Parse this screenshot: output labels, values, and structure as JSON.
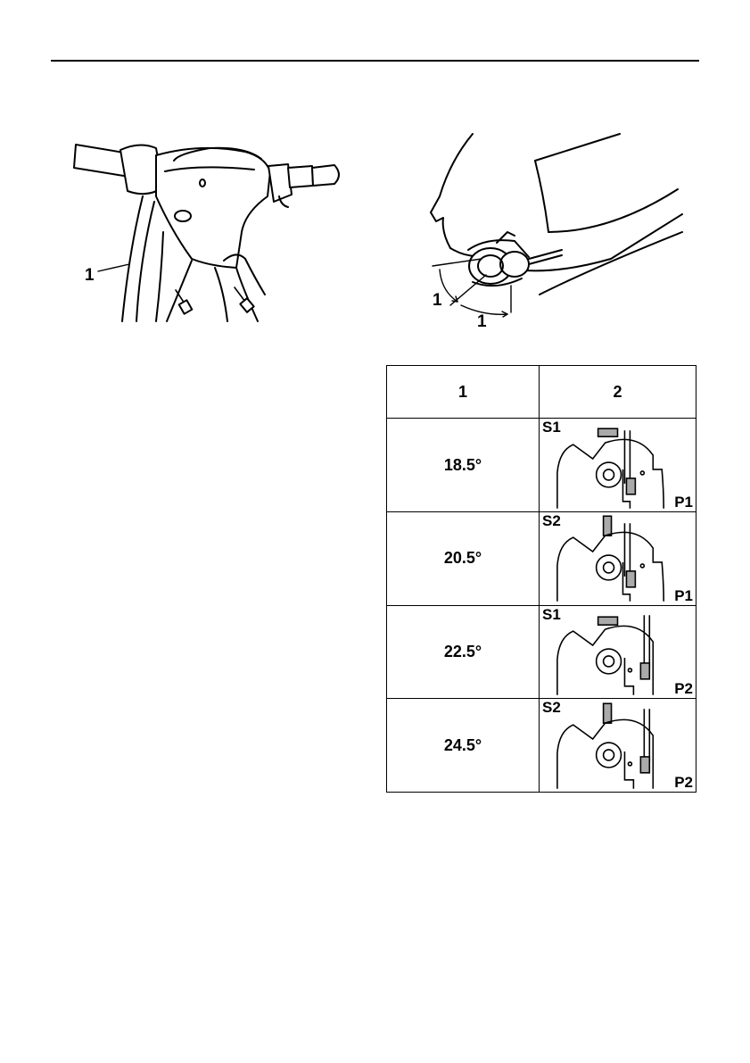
{
  "figure_left": {
    "callouts": [
      "1"
    ]
  },
  "figure_right": {
    "callouts": [
      "1",
      "1"
    ]
  },
  "table": {
    "headers": [
      "1",
      "2"
    ],
    "rows": [
      {
        "angle": "18.5°",
        "s_label": "S1",
        "p_label": "P1",
        "mark": "horizontal",
        "probe": "P1"
      },
      {
        "angle": "20.5°",
        "s_label": "S2",
        "p_label": "P1",
        "mark": "vertical",
        "probe": "P1"
      },
      {
        "angle": "22.5°",
        "s_label": "S1",
        "p_label": "P2",
        "mark": "horizontal",
        "probe": "P2"
      },
      {
        "angle": "24.5°",
        "s_label": "S2",
        "p_label": "P2",
        "mark": "vertical",
        "probe": "P2"
      }
    ]
  }
}
